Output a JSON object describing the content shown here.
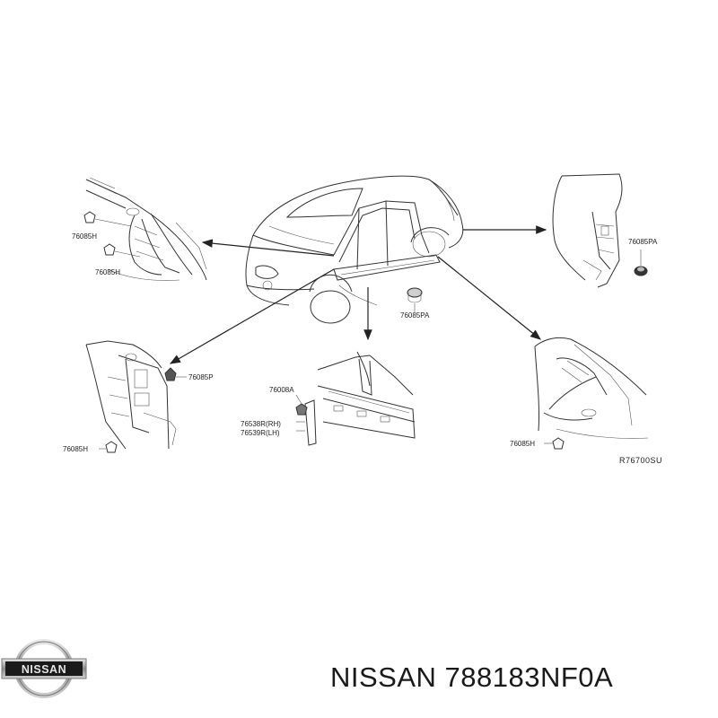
{
  "diagram": {
    "labels": {
      "tl_clip_top": "76085H",
      "tl_clip_bottom": "76085H",
      "tr_clip": "76085PA",
      "center_grommet": "76085PA",
      "bl_clip": "76085P",
      "bl_clip_bottom": "76085H",
      "bc_clip": "76008A",
      "bc_part_rh": "76538R(RH)",
      "bc_part_lh": "76539R(LH)",
      "br_clip": "76085H"
    },
    "reference_code": "R76700SU"
  },
  "brand": {
    "logo_text": "NISSAN"
  },
  "title": "NISSAN 788183NF0A"
}
